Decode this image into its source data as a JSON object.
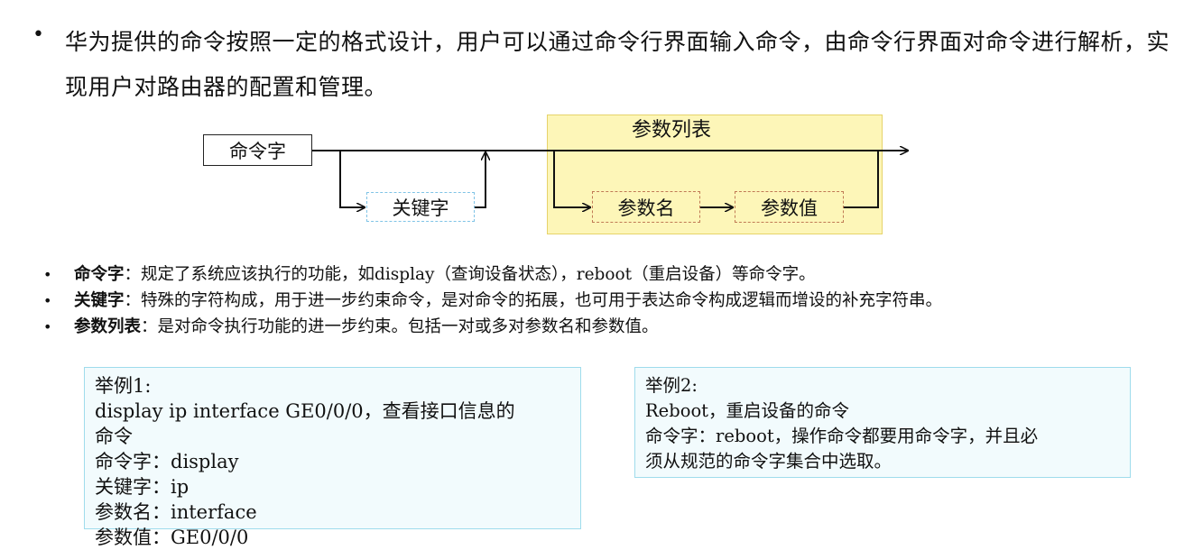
{
  "intro": {
    "bullet": "•",
    "text": "华为提供的命令按照一定的格式设计，用户可以通过命令行界面输入命令，由命令行界面对命令进行解析，实现用户对路由器的配置和管理。"
  },
  "diagram": {
    "command_word": "命令字",
    "keyword": "关键字",
    "param_list_title": "参数列表",
    "param_name": "参数名",
    "param_value": "参数值"
  },
  "definitions": [
    {
      "bullet": "•",
      "term": "命令字",
      "text": "：规定了系统应该执行的功能，如display（查询设备状态），reboot（重启设备）等命令字。"
    },
    {
      "bullet": "•",
      "term": "关键字",
      "text": "：特殊的字符构成，用于进一步约束命令，是对命令的拓展，也可用于表达命令构成逻辑而增设的补充字符串。"
    },
    {
      "bullet": "•",
      "term": "参数列表",
      "text": "：是对命令执行功能的进一步约束。包括一对或多对参数名和参数值。"
    }
  ],
  "examples": [
    {
      "lines": [
        "举例1:",
        "display ip interface GE0/0/0，查看接口信息的",
        "命令",
        "命令字：display",
        "关键字：ip",
        "参数名：interface",
        "参数值：GE0/0/0"
      ]
    },
    {
      "lines": [
        "举例2:",
        "Reboot，重启设备的命令",
        "命令字：reboot，操作命令都要用命令字，并且必",
        "须从规范的命令字集合中选取。"
      ]
    }
  ],
  "colors": {
    "param_panel_fill": "#fdf6b8",
    "keyword_border": "#7fc3e6",
    "param_box_border": "#c07a55",
    "example_fill": "#f2fbfd",
    "example_border": "#9fdcec"
  }
}
